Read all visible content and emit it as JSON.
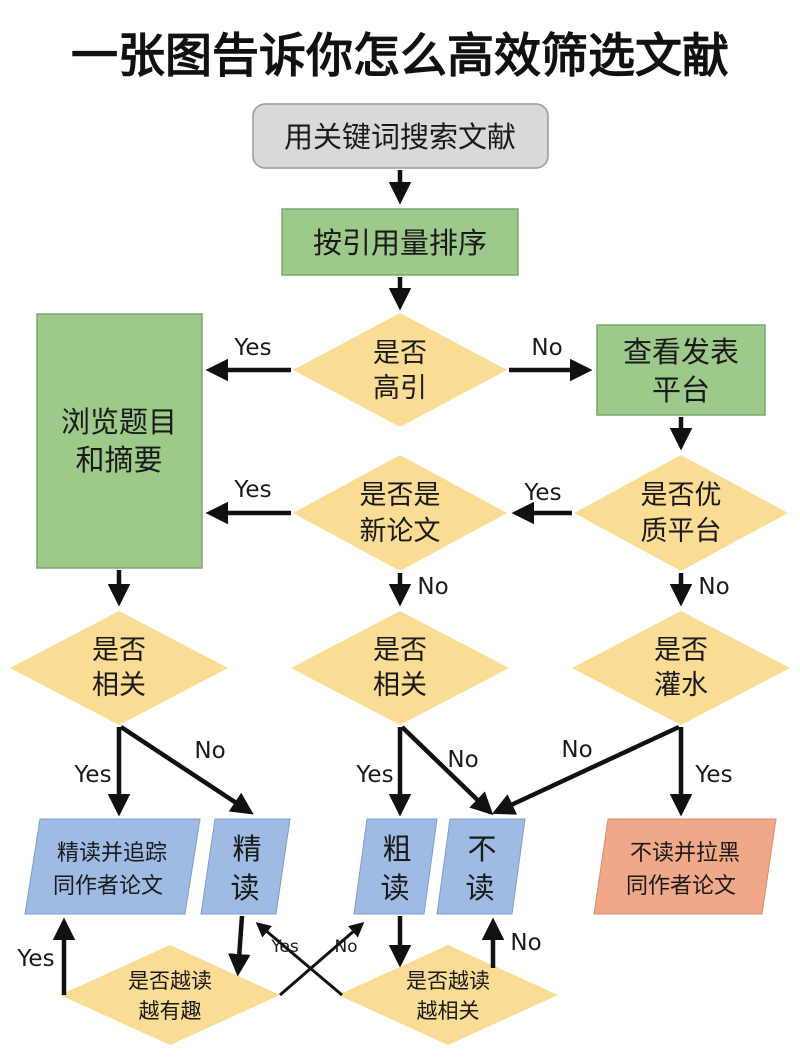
{
  "title": "一张图告诉你怎么高效筛选文献",
  "colors": {
    "gray_box": "#d9d9d9",
    "green_box": "#9dc98a",
    "diamond": "#fbdc94",
    "blue_box": "#9dbbe3",
    "orange_box": "#f0a888"
  },
  "nodes": {
    "search": "用关键词搜索文献",
    "sort": "按引用量排序",
    "high_cite": [
      "是否",
      "高引"
    ],
    "platform": [
      "查看发表",
      "平台"
    ],
    "browse": [
      "浏览题目",
      "和摘要"
    ],
    "new_paper": [
      "是否是",
      "新论文"
    ],
    "quality_platform": [
      "是否优",
      "质平台"
    ],
    "relevant_left": [
      "是否",
      "相关"
    ],
    "relevant_mid": [
      "是否",
      "相关"
    ],
    "filler": [
      "是否",
      "灌水"
    ],
    "track": [
      "精读并追踪",
      "同作者论文"
    ],
    "intensive": [
      "精",
      "读"
    ],
    "skim": [
      "粗",
      "读"
    ],
    "skip": [
      "不",
      "读"
    ],
    "blacklist": [
      "不读并拉黑",
      "同作者论文"
    ],
    "more_fun": [
      "是否越读",
      "越有趣"
    ],
    "more_relevant": [
      "是否越读",
      "越相关"
    ]
  },
  "labels": {
    "yes": "Yes",
    "no": "No"
  }
}
